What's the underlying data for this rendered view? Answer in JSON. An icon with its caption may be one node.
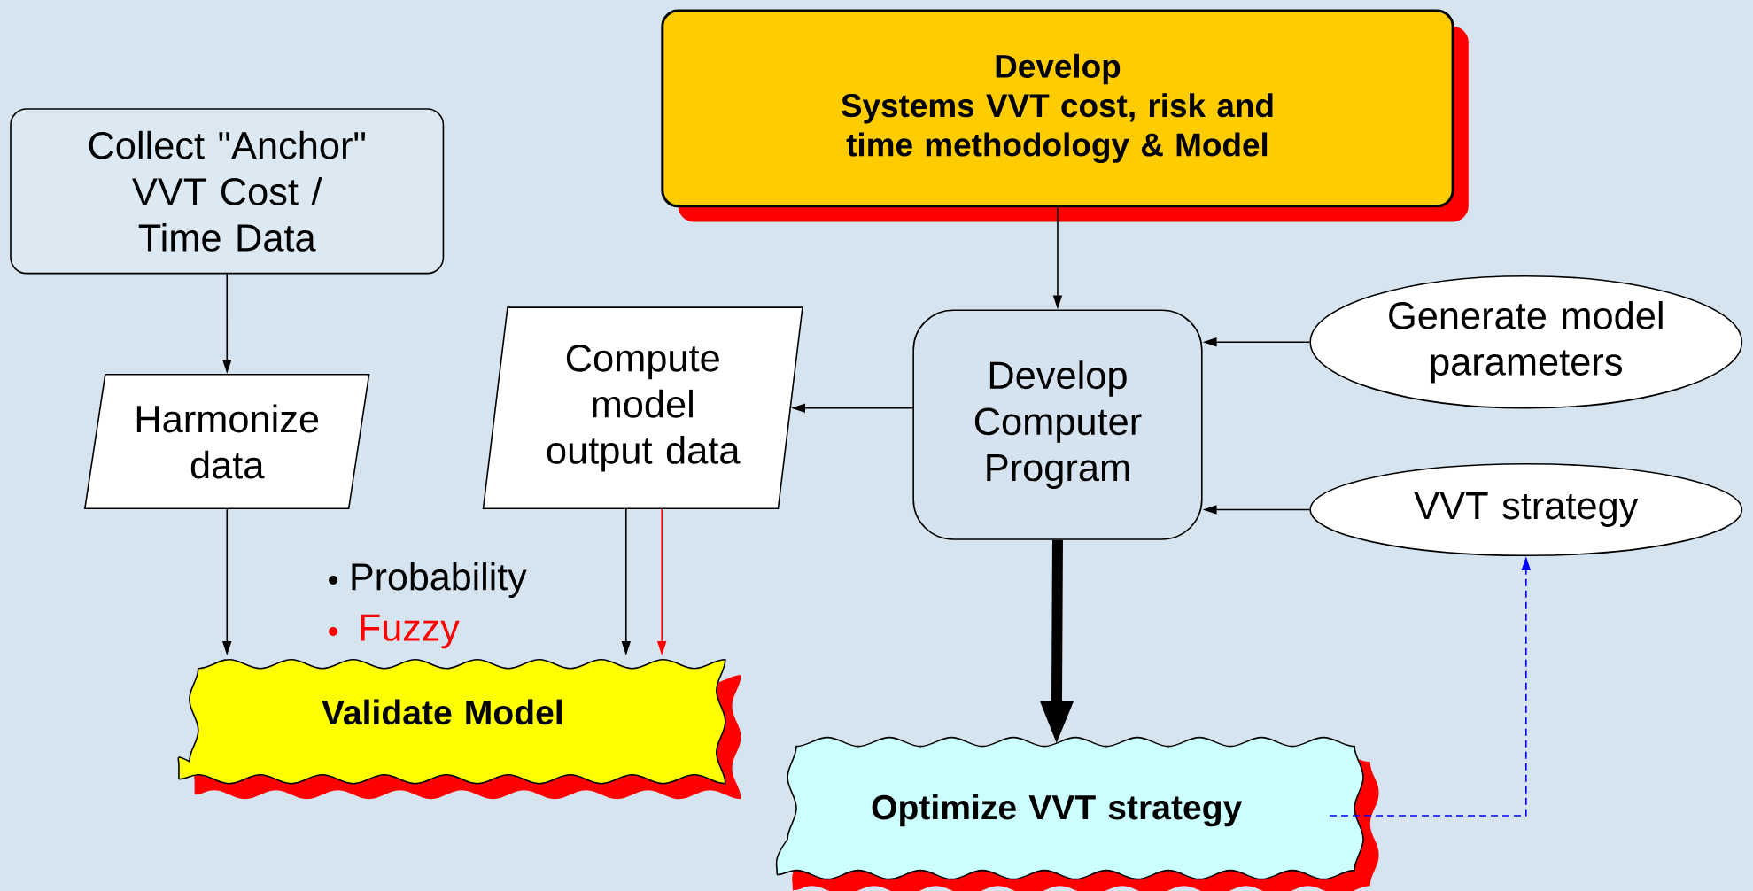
{
  "diagram": {
    "nodes": [
      {
        "text": [
          "Develop",
          "Systems VVT cost, risk and time methodology & Model"
        ]
      },
      {
        "text": [
          "Collect \"Anchor\" VVT Cost / Time Data"
        ]
      },
      {
        "text": [
          "Harmonize data"
        ]
      },
      {
        "text": [
          "Compute model output data"
        ]
      },
      {
        "text": [
          "Develop Computer Program"
        ]
      },
      {
        "text": [
          "Generate model parameters"
        ]
      },
      {
        "text": [
          "VVT strategy"
        ]
      },
      {
        "text": [
          "Validate Model"
        ]
      },
      {
        "text": [
          "Optimize VVT strategy"
        ]
      }
    ],
    "edges": [
      {
        "from": 0,
        "to": 4,
        "arrow": "to"
      },
      {
        "from": 1,
        "to": 2,
        "arrow": "to"
      },
      {
        "from": 2,
        "to": 7,
        "arrow": "to"
      },
      {
        "from": 3,
        "to": 7,
        "arrow": "to"
      },
      {
        "from": 3,
        "to": 7,
        "arrow": "to",
        "color": "#ff0000"
      },
      {
        "from": 4,
        "to": 3,
        "arrow": "to"
      },
      {
        "from": 5,
        "to": 4,
        "arrow": "to"
      },
      {
        "from": 6,
        "to": 4,
        "arrow": "to"
      },
      {
        "from": 4,
        "to": 8,
        "arrow": "to",
        "style": "thick"
      },
      {
        "from": 8,
        "to": 6,
        "arrow": "to",
        "style": "dashed",
        "color": "#0000ff"
      }
    ],
    "labels": [
      "Probability",
      "Fuzzy"
    ]
  }
}
